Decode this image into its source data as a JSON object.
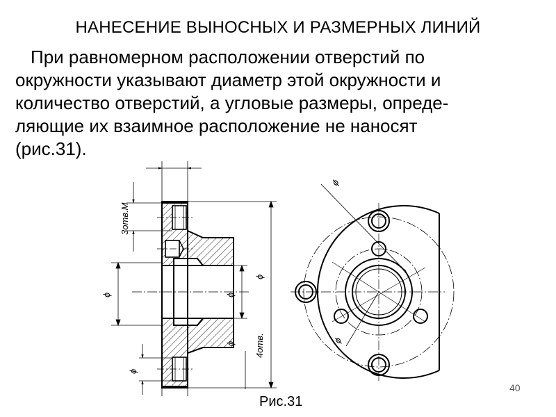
{
  "slide": {
    "title": "НАНЕСЕНИЕ ВЫНОСНЫХ И РАЗМЕРНЫХ ЛИНИЙ",
    "paragraph_lines": [
      "При равномерном расположении отверстий по",
      "окружности указывают диаметр этой окружности и",
      "количество отверстий, а угловые размеры, опреде-",
      "ляющие их взаимное расположение не наносят",
      "(рис.31)."
    ],
    "caption": "Рис.31",
    "page_number": "40"
  },
  "figure": {
    "label_holes_m": "3отв.М",
    "label_holes_4": "4отв.",
    "diameter_sign": "ϕ"
  }
}
